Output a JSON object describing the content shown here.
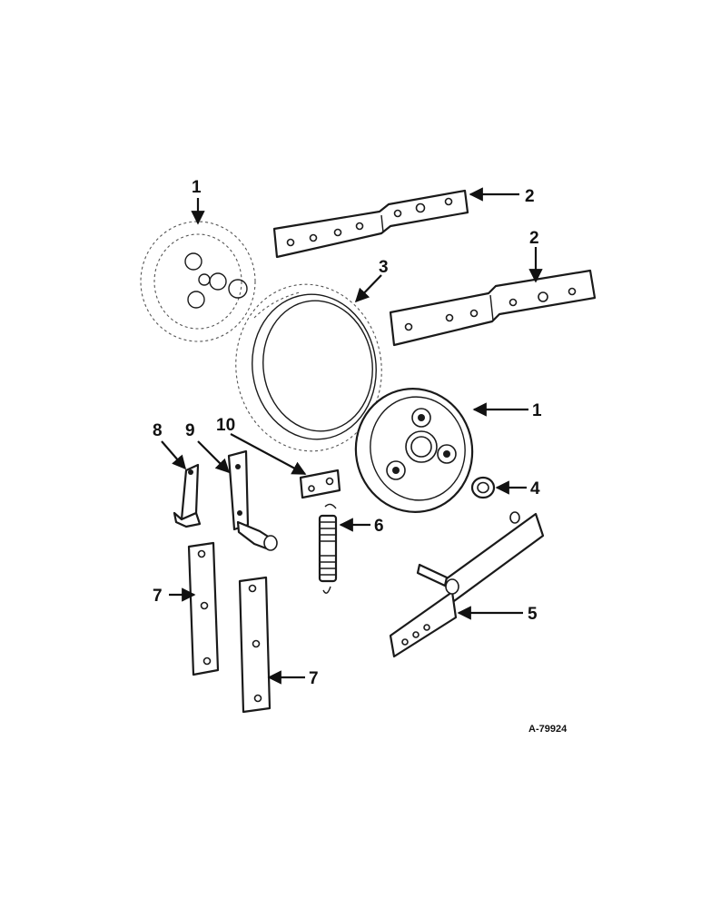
{
  "callouts": {
    "c1_top": "1",
    "c2_top": "2",
    "c2_mid": "2",
    "c3": "3",
    "c1_mid": "1",
    "c4": "4",
    "c5": "5",
    "c6": "6",
    "c7_left": "7",
    "c7_right": "7",
    "c8": "8",
    "c9": "9",
    "c10": "10"
  },
  "drawing_code": "A-79924"
}
